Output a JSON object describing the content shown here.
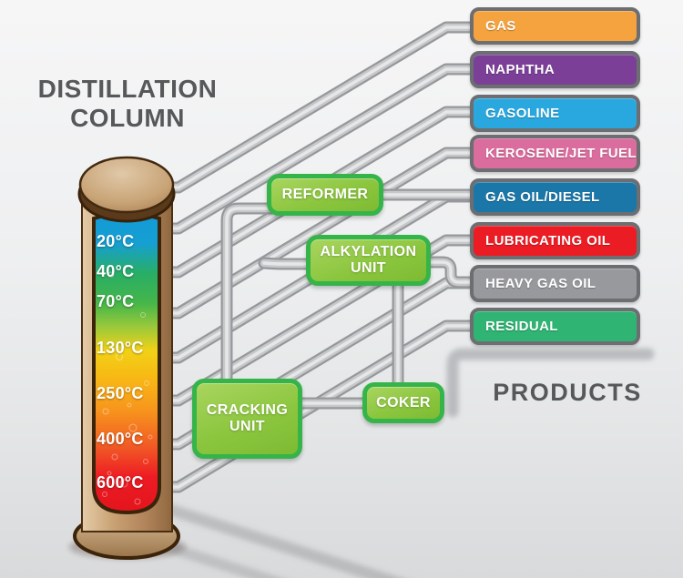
{
  "title": {
    "line1": "DISTILLATION",
    "line2": "COLUMN"
  },
  "products_heading": "PRODUCTS",
  "column": {
    "temperatures": [
      "20°C",
      "40°C",
      "70°C",
      "130°C",
      "250°C",
      "400°C",
      "600°C"
    ]
  },
  "units": [
    {
      "id": "reformer",
      "label": "REFORMER"
    },
    {
      "id": "alkylation-unit",
      "label": "ALKYLATION UNIT"
    },
    {
      "id": "cracking-unit",
      "label": "CRACKING UNIT"
    },
    {
      "id": "coker",
      "label": "COKER"
    }
  ],
  "products": [
    {
      "label": "GAS",
      "color": "#F5A33F"
    },
    {
      "label": "NAPHTHA",
      "color": "#7B3F98"
    },
    {
      "label": "GASOLINE",
      "color": "#29A8E0"
    },
    {
      "label": "KEROSENE/JET FUEL",
      "color": "#DB6C9E"
    },
    {
      "label": "GAS OIL/DIESEL",
      "color": "#1A77A8"
    },
    {
      "label": "LUBRICATING OIL",
      "color": "#EC1C24"
    },
    {
      "label": "HEAVY GAS OIL",
      "color": "#97999C"
    },
    {
      "label": "RESIDUAL",
      "color": "#2FB473"
    }
  ],
  "palette": {
    "unit_fill": "#8CC63F",
    "unit_border": "#35B44A",
    "pipe_gray": "#C6C8CA",
    "label_border": "#6D6E71",
    "heading_color": "#57585A",
    "column_shell": "#C49A6C",
    "temp_gradient_top": "#129AD7",
    "temp_gradient_bottom": "#E3141C"
  }
}
